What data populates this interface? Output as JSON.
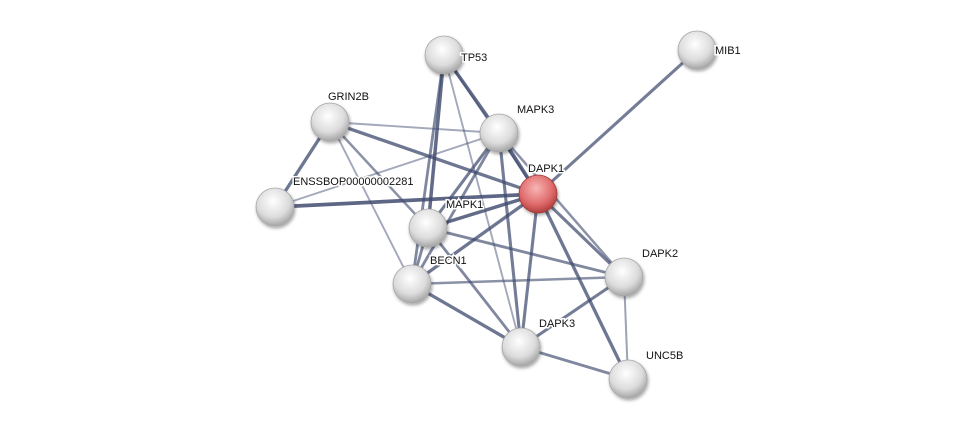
{
  "network": {
    "query_protein": "DAPK1",
    "colors": {
      "query_node": "#d9595c",
      "node": "#e6e6e6",
      "edge": "#3e4a6e"
    },
    "nodes": [
      {
        "id": "TP53",
        "label": "TP53"
      },
      {
        "id": "MIB1",
        "label": "MIB1"
      },
      {
        "id": "GRIN2B",
        "label": "GRIN2B"
      },
      {
        "id": "MAPK3",
        "label": "MAPK3"
      },
      {
        "id": "DAPK1",
        "label": "DAPK1"
      },
      {
        "id": "ENSS",
        "label": "ENSSBOP00000002281"
      },
      {
        "id": "MAPK1",
        "label": "MAPK1"
      },
      {
        "id": "BECN1",
        "label": "BECN1"
      },
      {
        "id": "DAPK2",
        "label": "DAPK2"
      },
      {
        "id": "DAPK3",
        "label": "DAPK3"
      },
      {
        "id": "UNC5B",
        "label": "UNC5B"
      }
    ],
    "edges": [
      [
        "MIB1",
        "DAPK1",
        0.7
      ],
      [
        "TP53",
        "MAPK3",
        0.85
      ],
      [
        "TP53",
        "MAPK1",
        0.85
      ],
      [
        "TP53",
        "BECN1",
        0.6
      ],
      [
        "TP53",
        "DAPK3",
        0.3
      ],
      [
        "TP53",
        "DAPK1",
        0.3
      ],
      [
        "GRIN2B",
        "MAPK3",
        0.3
      ],
      [
        "GRIN2B",
        "DAPK1",
        0.75
      ],
      [
        "GRIN2B",
        "ENSS",
        0.75
      ],
      [
        "GRIN2B",
        "MAPK1",
        0.5
      ],
      [
        "GRIN2B",
        "BECN1",
        0.3
      ],
      [
        "ENSS",
        "DAPK1",
        0.9
      ],
      [
        "ENSS",
        "MAPK3",
        0.3
      ],
      [
        "MAPK3",
        "DAPK1",
        0.9
      ],
      [
        "MAPK3",
        "MAPK1",
        0.7
      ],
      [
        "MAPK3",
        "BECN1",
        0.6
      ],
      [
        "MAPK3",
        "DAPK3",
        0.7
      ],
      [
        "MAPK3",
        "DAPK2",
        0.5
      ],
      [
        "DAPK1",
        "MAPK1",
        0.85
      ],
      [
        "DAPK1",
        "BECN1",
        0.75
      ],
      [
        "DAPK1",
        "DAPK3",
        0.7
      ],
      [
        "DAPK1",
        "DAPK2",
        0.7
      ],
      [
        "DAPK1",
        "UNC5B",
        0.75
      ],
      [
        "MAPK1",
        "BECN1",
        0.6
      ],
      [
        "MAPK1",
        "DAPK2",
        0.6
      ],
      [
        "MAPK1",
        "DAPK3",
        0.6
      ],
      [
        "BECN1",
        "DAPK2",
        0.5
      ],
      [
        "BECN1",
        "DAPK3",
        0.75
      ],
      [
        "DAPK2",
        "DAPK3",
        0.7
      ],
      [
        "DAPK2",
        "UNC5B",
        0.35
      ],
      [
        "DAPK3",
        "UNC5B",
        0.6
      ]
    ]
  }
}
